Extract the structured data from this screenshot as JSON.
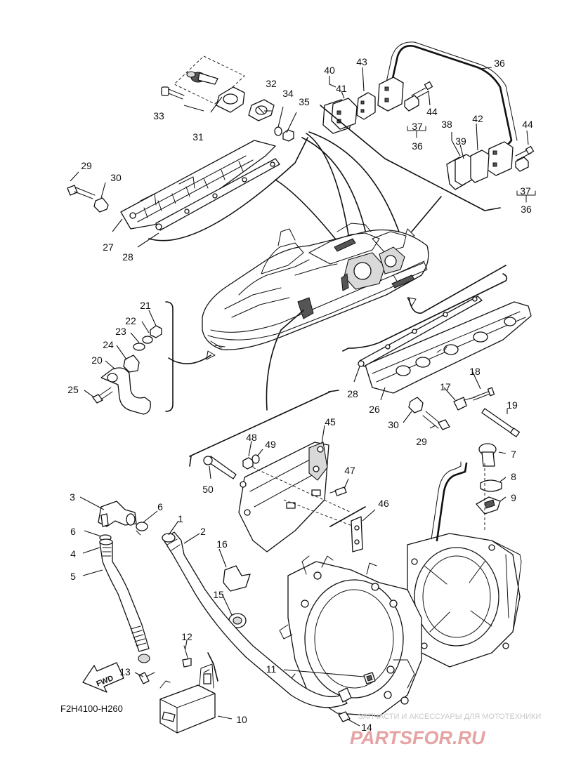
{
  "diagram_code": "F2H4100-H260",
  "fwd_label": "FWD",
  "watermark": {
    "tagline": "ЗАПЧАСТИ И АКСЕССУАРЫ ДЛЯ МОТОТЕХНИКИ",
    "brand": "PARTSFOR.RU"
  },
  "part_labels": [
    {
      "id": "p1",
      "text": "1"
    },
    {
      "id": "p2",
      "text": "2"
    },
    {
      "id": "p3",
      "text": "3"
    },
    {
      "id": "p4",
      "text": "4"
    },
    {
      "id": "p5",
      "text": "5"
    },
    {
      "id": "p6a",
      "text": "6"
    },
    {
      "id": "p6b",
      "text": "6"
    },
    {
      "id": "p7",
      "text": "7"
    },
    {
      "id": "p8",
      "text": "8"
    },
    {
      "id": "p9",
      "text": "9"
    },
    {
      "id": "p10",
      "text": "10"
    },
    {
      "id": "p11",
      "text": "11"
    },
    {
      "id": "p12",
      "text": "12"
    },
    {
      "id": "p13",
      "text": "13"
    },
    {
      "id": "p14",
      "text": "14"
    },
    {
      "id": "p15",
      "text": "15"
    },
    {
      "id": "p16",
      "text": "16"
    },
    {
      "id": "p17",
      "text": "17"
    },
    {
      "id": "p18",
      "text": "18"
    },
    {
      "id": "p19",
      "text": "19"
    },
    {
      "id": "p20",
      "text": "20"
    },
    {
      "id": "p21",
      "text": "21"
    },
    {
      "id": "p22",
      "text": "22"
    },
    {
      "id": "p23",
      "text": "23"
    },
    {
      "id": "p24",
      "text": "24"
    },
    {
      "id": "p25",
      "text": "25"
    },
    {
      "id": "p26",
      "text": "26"
    },
    {
      "id": "p27",
      "text": "27"
    },
    {
      "id": "p28a",
      "text": "28"
    },
    {
      "id": "p28b",
      "text": "28"
    },
    {
      "id": "p29a",
      "text": "29"
    },
    {
      "id": "p29b",
      "text": "29"
    },
    {
      "id": "p30a",
      "text": "30"
    },
    {
      "id": "p30b",
      "text": "30"
    },
    {
      "id": "p31",
      "text": "31"
    },
    {
      "id": "p32",
      "text": "32"
    },
    {
      "id": "p33",
      "text": "33"
    },
    {
      "id": "p34",
      "text": "34"
    },
    {
      "id": "p35",
      "text": "35"
    },
    {
      "id": "p36a",
      "text": "36"
    },
    {
      "id": "p36b",
      "text": "36"
    },
    {
      "id": "p36c",
      "text": "36"
    },
    {
      "id": "p37a",
      "text": "37"
    },
    {
      "id": "p37b",
      "text": "37"
    },
    {
      "id": "p38",
      "text": "38"
    },
    {
      "id": "p39",
      "text": "39"
    },
    {
      "id": "p40",
      "text": "40"
    },
    {
      "id": "p41",
      "text": "41"
    },
    {
      "id": "p42",
      "text": "42"
    },
    {
      "id": "p43",
      "text": "43"
    },
    {
      "id": "p44a",
      "text": "44"
    },
    {
      "id": "p44b",
      "text": "44"
    },
    {
      "id": "p45",
      "text": "45"
    },
    {
      "id": "p46",
      "text": "46"
    },
    {
      "id": "p47",
      "text": "47"
    },
    {
      "id": "p48",
      "text": "48"
    },
    {
      "id": "p49",
      "text": "49"
    },
    {
      "id": "p50",
      "text": "50"
    }
  ]
}
